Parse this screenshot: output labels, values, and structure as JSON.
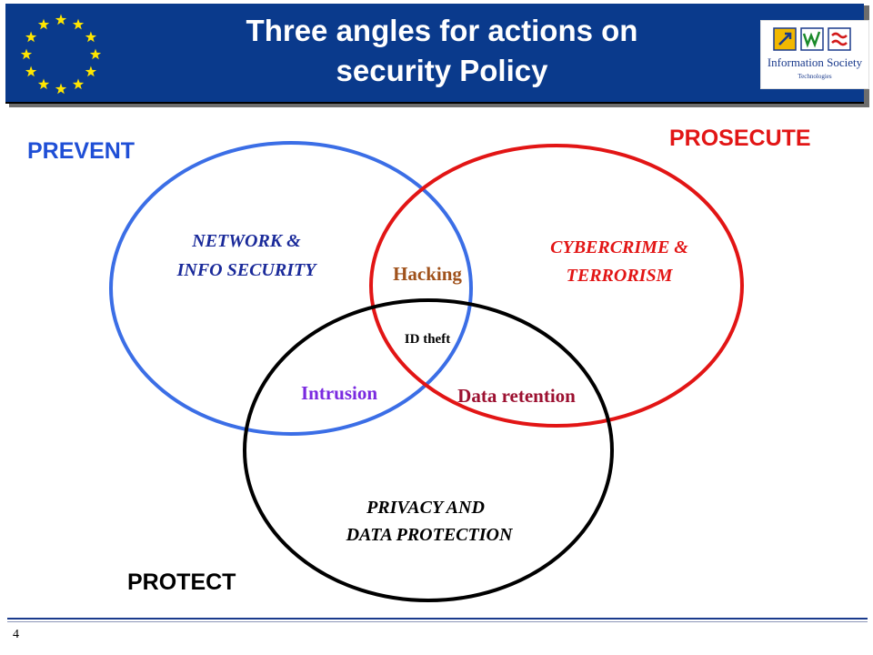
{
  "header": {
    "title_line1": "Three angles for actions on",
    "title_line2": "security Policy",
    "logo_lines": [
      "Information Society",
      "Technologies"
    ]
  },
  "diagram": {
    "corner_labels": {
      "prevent": "PREVENT",
      "prosecute": "PROSECUTE",
      "protect": "PROTECT"
    },
    "circles": [
      {
        "id": "prevent",
        "color": "#3b6ee6",
        "label_lines": [
          "NETWORK  &",
          "INFO SECURITY"
        ]
      },
      {
        "id": "prosecute",
        "color": "#e21515",
        "label_lines": [
          "CYBERCRIME &",
          "TERRORISM"
        ]
      },
      {
        "id": "protect",
        "color": "#000000",
        "label_lines": [
          "PRIVACY AND",
          "DATA PROTECTION"
        ]
      }
    ],
    "overlaps": {
      "hacking": "Hacking",
      "id_theft": "ID theft",
      "intrusion": "Intrusion",
      "data_retention": "Data retention"
    },
    "colors": {
      "prevent": "#1f4fd6",
      "prosecute": "#e21515",
      "protect": "#000000",
      "hacking": "#a0521c",
      "intrusion": "#7a2ae0",
      "data_retention": "#9c1030",
      "circle_label_prevent": "#1a2a9a",
      "circle_label_prosecute": "#e21515",
      "header_bg": "#0a3a8c",
      "flag_star": "#ffe600"
    }
  },
  "footer": {
    "page_number": "4"
  }
}
